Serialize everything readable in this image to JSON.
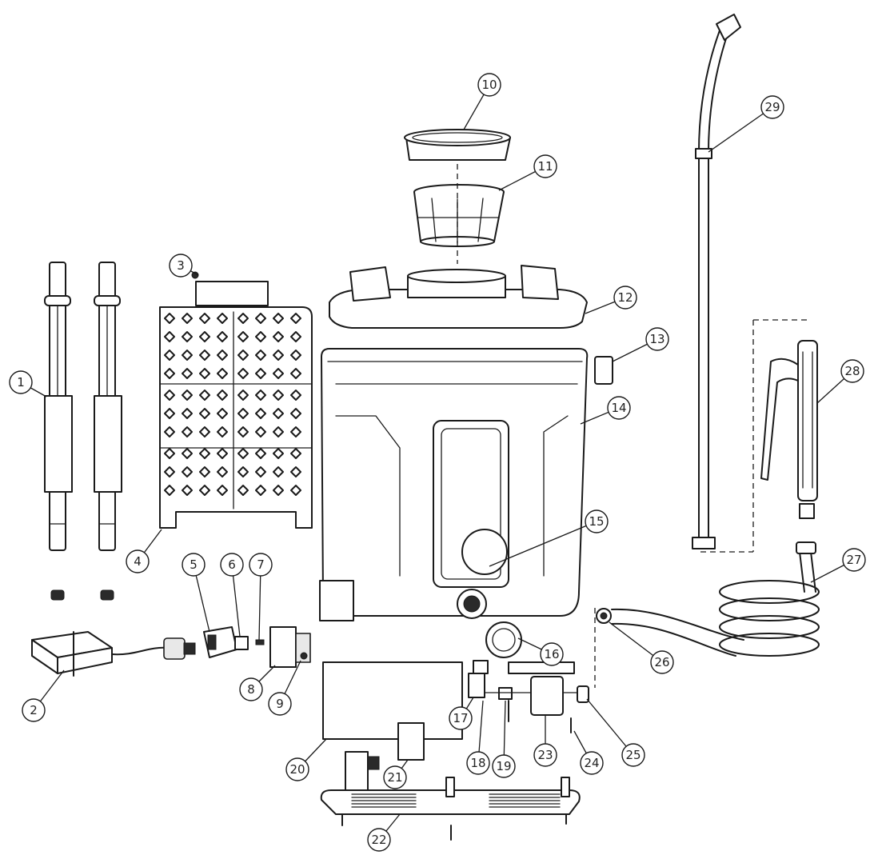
{
  "callouts": [
    {
      "id": "callout-1",
      "label": "1"
    },
    {
      "id": "callout-2",
      "label": "2"
    },
    {
      "id": "callout-3",
      "label": "3"
    },
    {
      "id": "callout-4",
      "label": "4"
    },
    {
      "id": "callout-5",
      "label": "5"
    },
    {
      "id": "callout-6",
      "label": "6"
    },
    {
      "id": "callout-7",
      "label": "7"
    },
    {
      "id": "callout-8",
      "label": "8"
    },
    {
      "id": "callout-9",
      "label": "9"
    },
    {
      "id": "callout-10",
      "label": "10"
    },
    {
      "id": "callout-11",
      "label": "11"
    },
    {
      "id": "callout-12",
      "label": "12"
    },
    {
      "id": "callout-13",
      "label": "13"
    },
    {
      "id": "callout-14",
      "label": "14"
    },
    {
      "id": "callout-15",
      "label": "15"
    },
    {
      "id": "callout-16",
      "label": "16"
    },
    {
      "id": "callout-17",
      "label": "17"
    },
    {
      "id": "callout-18",
      "label": "18"
    },
    {
      "id": "callout-19",
      "label": "19"
    },
    {
      "id": "callout-20",
      "label": "20"
    },
    {
      "id": "callout-21",
      "label": "21"
    },
    {
      "id": "callout-22",
      "label": "22"
    },
    {
      "id": "callout-23",
      "label": "23"
    },
    {
      "id": "callout-24",
      "label": "24"
    },
    {
      "id": "callout-25",
      "label": "25"
    },
    {
      "id": "callout-26",
      "label": "26"
    },
    {
      "id": "callout-27",
      "label": "27"
    },
    {
      "id": "callout-28",
      "label": "28"
    },
    {
      "id": "callout-29",
      "label": "29"
    }
  ]
}
